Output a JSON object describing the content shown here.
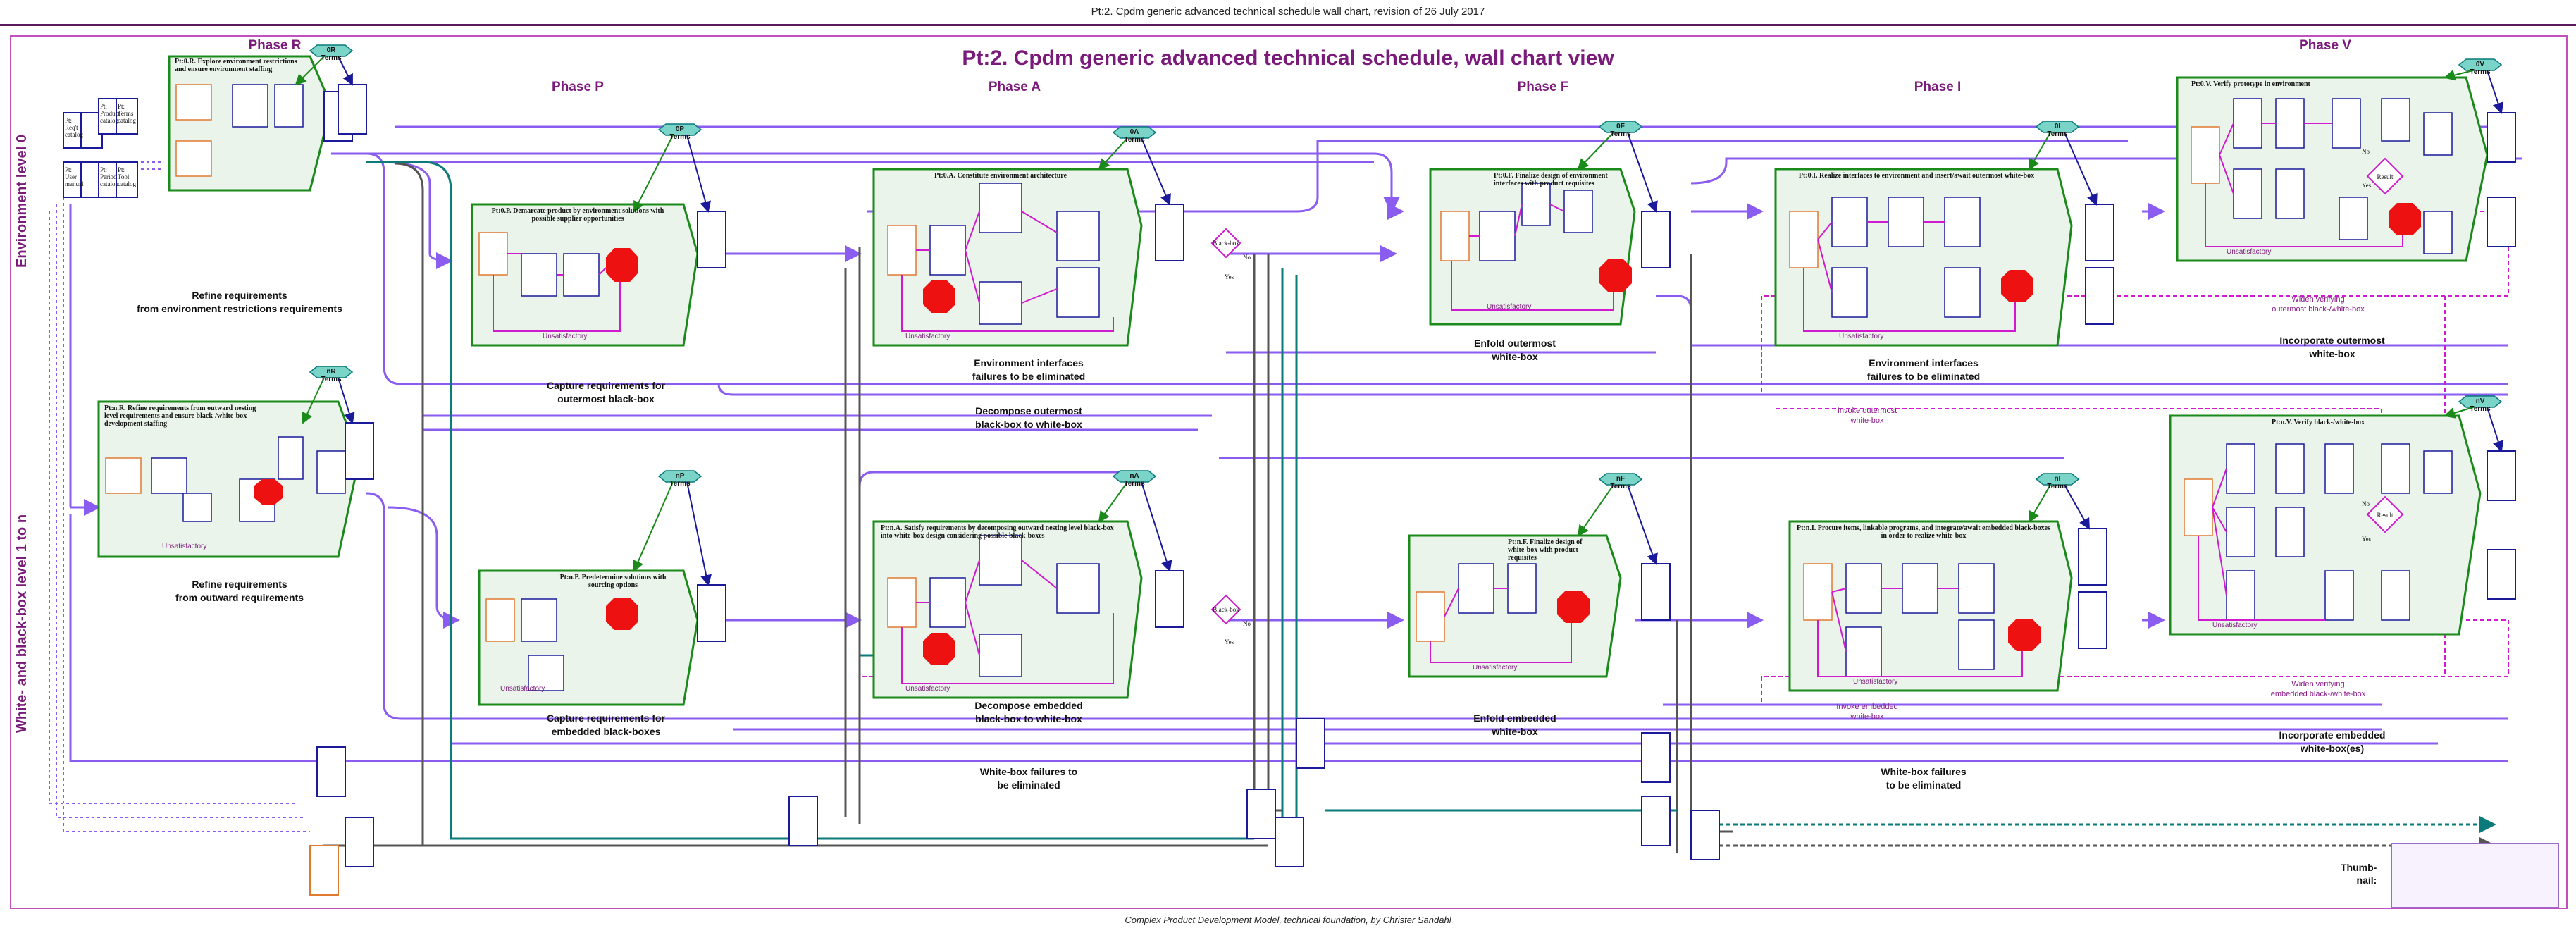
{
  "header": {
    "title": "Pt:2. Cpdm generic advanced technical schedule wall chart, revision of 26 July 2017"
  },
  "main_title": "Pt:2. Cpdm generic advanced technical schedule, wall chart view",
  "phases": [
    {
      "id": "R",
      "label": "Phase R"
    },
    {
      "id": "P",
      "label": "Phase P"
    },
    {
      "id": "A",
      "label": "Phase A"
    },
    {
      "id": "F",
      "label": "Phase F"
    },
    {
      "id": "I",
      "label": "Phase I"
    },
    {
      "id": "V",
      "label": "Phase V"
    }
  ],
  "side_labels": {
    "level0": "Environment level 0",
    "level1": "White- and black-box level 1 to n"
  },
  "flow_labels": [
    {
      "id": "refine-env",
      "line1": "Refine requirements",
      "line2": "from environment restrictions requirements"
    },
    {
      "id": "refine-outward",
      "line1": "Refine requirements",
      "line2": "from outward requirements"
    },
    {
      "id": "capture-outer",
      "line1": "Capture requirements for",
      "line2": "outermost black-box"
    },
    {
      "id": "capture-embedded",
      "line1": "Capture requirements for",
      "line2": "embedded black-boxes"
    },
    {
      "id": "env-if-fail-a",
      "line1": "Environment interfaces",
      "line2": "failures to be eliminated"
    },
    {
      "id": "decomp-outer",
      "line1": "Decompose outermost",
      "line2": "black-box to white-box"
    },
    {
      "id": "decomp-embedded",
      "line1": "Decompose embedded",
      "line2": "black-box to white-box"
    },
    {
      "id": "enfold-outer",
      "line1": "Enfold outermost",
      "line2": "white-box"
    },
    {
      "id": "enfold-embedded",
      "line1": "Enfold embedded",
      "line2": "white-box"
    },
    {
      "id": "env-if-fail-i",
      "line1": "Environment interfaces",
      "line2": "failures to be eliminated"
    },
    {
      "id": "incorp-outer",
      "line1": "Incorporate outermost",
      "line2": "white-box"
    },
    {
      "id": "incorp-embedded",
      "line1": "Incorporate embedded",
      "line2": "white-box(es)"
    },
    {
      "id": "wb-fail-a",
      "line1": "White-box failures to",
      "line2": "be eliminated"
    },
    {
      "id": "wb-fail-i",
      "line1": "White-box failures",
      "line2": "to be eliminated"
    }
  ],
  "small_labels": [
    {
      "id": "widen-outer",
      "line1": "Widen verifying",
      "line2": "outermost black-/white-box"
    },
    {
      "id": "widen-embedded",
      "line1": "Widen verifying",
      "line2": "embedded black-/white-box"
    },
    {
      "id": "invoke-outer",
      "line1": "Invoke outermost",
      "line2": "white-box"
    },
    {
      "id": "invoke-embedded",
      "line1": "Invoke embedded",
      "line2": "white-box"
    }
  ],
  "process_boxes": [
    {
      "id": "pt0R",
      "title": "Pt:0.R. Explore environment restrictions and ensure environment staffing",
      "terms": "0R Terms"
    },
    {
      "id": "ptnR",
      "title": "Pt:n.R. Refine requirements from outward nesting level requirements and ensure black-/white-box development staffing",
      "terms": "nR Terms"
    },
    {
      "id": "pt0P",
      "title": "Pt:0.P. Demarcate product by environment solutions with possible supplier opportunities",
      "terms": "0P Terms"
    },
    {
      "id": "ptnP",
      "title": "Pt:n.P. Predetermine solutions with sourcing options",
      "terms": "nP Terms"
    },
    {
      "id": "pt0A",
      "title": "Pt:0.A. Constitute environment architecture",
      "terms": "0A Terms"
    },
    {
      "id": "ptnA",
      "title": "Pt:n.A. Satisfy requirements by decomposing outward nesting level black-box into white-box design considering possible black-boxes",
      "terms": "nA Terms"
    },
    {
      "id": "pt0F",
      "title": "Pt:0.F. Finalize design of environment interfaces with product requisites",
      "terms": "0F Terms"
    },
    {
      "id": "ptnF",
      "title": "Pt:n.F. Finalize design of white-box with product requisites",
      "terms": "nF Terms"
    },
    {
      "id": "pt0I",
      "title": "Pt:0.I. Realize interfaces to environment and insert/await outermost white-box",
      "terms": "0I Terms"
    },
    {
      "id": "ptnI",
      "title": "Pt:n.I. Procure items, linkable programs, and integrate/await embedded black-boxes in order to realize white-box",
      "terms": "nI Terms"
    },
    {
      "id": "pt0V",
      "title": "Pt:0.V. Verify prototype in environment",
      "terms": "0V Terms"
    },
    {
      "id": "ptnV",
      "title": "Pt:n.V. Verify black-/white-box",
      "terms": "nV Terms"
    }
  ],
  "decisions": [
    {
      "id": "dA0",
      "label": "Black-box",
      "yes": "Yes",
      "no": "No"
    },
    {
      "id": "dAn",
      "label": "Black-box",
      "yes": "Yes",
      "no": "No"
    },
    {
      "id": "dV0",
      "label": "Result",
      "yes": "Yes",
      "no": "No"
    },
    {
      "id": "dVn",
      "label": "Result",
      "yes": "Yes",
      "no": "No"
    }
  ],
  "unsatisfactory": "Unsatisfactory",
  "legend_docs": [
    "Pt: Req't catalog",
    "Pt: Product catalog",
    "Pt: Terms catalog",
    "Pt: User manual",
    "Pt: Period catalog",
    "Pt: Tool catalog"
  ],
  "footer": "Complex Product Development Model, technical foundation, by Christer Sandahl",
  "thumbnail_label": {
    "line1": "Thumb-",
    "line2": "nail:"
  },
  "colors": {
    "purple": "#8a5cf0",
    "magenta": "#d01ad0",
    "green": "#1a8a1a",
    "teal": "#0a7a7a",
    "grey": "#555555",
    "darkblue": "#1a1a9a",
    "red": "#ee1111"
  }
}
